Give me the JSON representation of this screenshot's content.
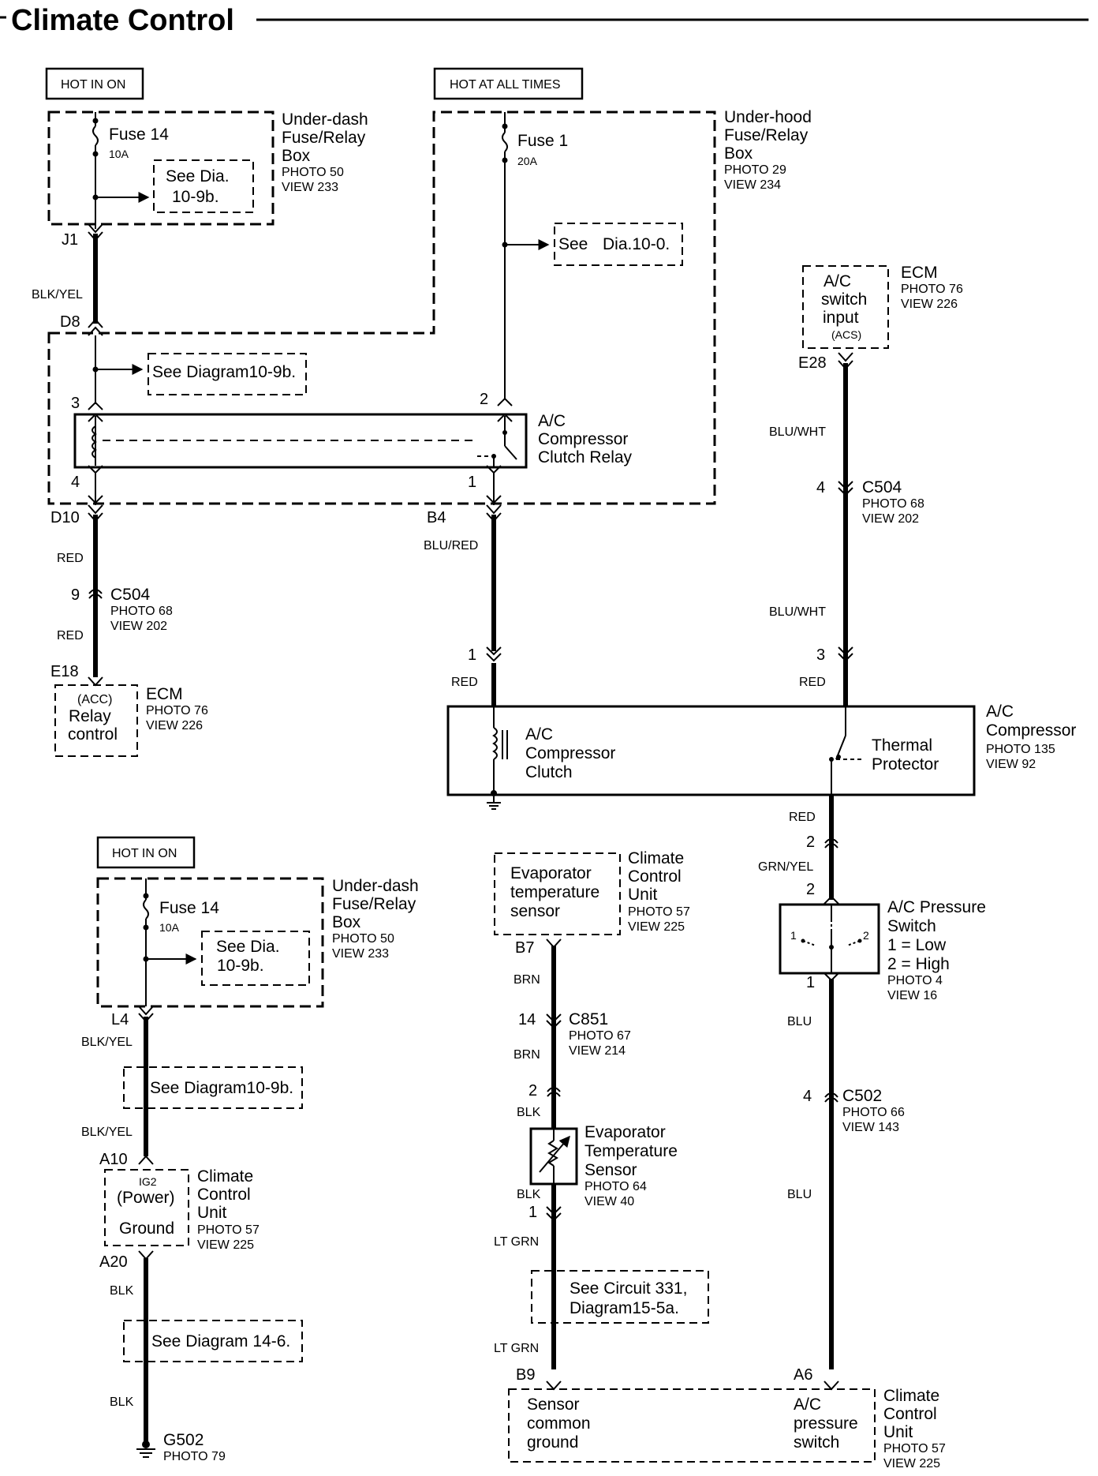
{
  "title": "Climate Control",
  "power": {
    "hot_in_on": "HOT IN ON",
    "hot_at_all_times": "HOT AT ALL TIMES"
  },
  "underdash_box": {
    "fuse": "Fuse 14",
    "amps": "10A",
    "see_dia_1": "See Dia.",
    "see_dia_2": "10-9b.",
    "name_1": "Under-dash",
    "name_2": "Fuse/Relay",
    "name_3": "Box",
    "photo": "PHOTO 50",
    "view": "VIEW 233",
    "j1": "J1",
    "d8": "D8",
    "d10": "D10",
    "see_diagram": "See Diagram10-9b."
  },
  "underhood_box": {
    "fuse": "Fuse 1",
    "amps": "20A",
    "see_dia_1": "See",
    "see_dia_2": "Dia.10-0.",
    "name_1": "Under-hood",
    "name_2": "Fuse/Relay",
    "name_3": "Box",
    "photo": "PHOTO 29",
    "view": "VIEW 234",
    "b4": "B4"
  },
  "relay": {
    "name_1": "A/C",
    "name_2": "Compressor",
    "name_3": "Clutch Relay",
    "pin3": "3",
    "pin4": "4",
    "pin2": "2",
    "pin1": "1"
  },
  "ecm_acs": {
    "line1": "A/C",
    "line2": "switch",
    "line3": "input",
    "line4": "(ACS)",
    "name": "ECM",
    "photo": "PHOTO 76",
    "view": "VIEW 226",
    "pin": "E28"
  },
  "wires": {
    "blk_yel": "BLK/YEL",
    "red": "RED",
    "blu_red": "BLU/RED",
    "blu_wht": "BLU/WHT",
    "grn_yel": "GRN/YEL",
    "blu": "BLU",
    "brn": "BRN",
    "blk": "BLK",
    "lt_grn": "LT GRN"
  },
  "c504": {
    "name": "C504",
    "photo": "PHOTO 68",
    "view": "VIEW 202",
    "pin9": "9",
    "pin4": "4",
    "pin3": "3"
  },
  "ecm_relay": {
    "pin": "E18",
    "line1": "(ACC)",
    "line2": "Relay",
    "line3": "control",
    "name": "ECM",
    "photo": "PHOTO 76",
    "view": "VIEW 226"
  },
  "compressor": {
    "pin1": "1",
    "clutch_1": "A/C",
    "clutch_2": "Compressor",
    "clutch_3": "Clutch",
    "thermal_1": "Thermal",
    "thermal_2": "Protector",
    "name_1": "A/C",
    "name_2": "Compressor",
    "photo": "PHOTO 135",
    "view": "VIEW 92"
  },
  "pressure_switch": {
    "pin2a": "2",
    "pin2b": "2",
    "pin1": "1",
    "name_1": "A/C Pressure",
    "name_2": "Switch",
    "low": "1 =  Low",
    "high": "2 =  High",
    "pos1": "1",
    "pos2": "2",
    "photo": "PHOTO 4",
    "view": "VIEW 16"
  },
  "c502": {
    "name": "C502",
    "photo": "PHOTO 66",
    "view": "VIEW 143",
    "pin4": "4"
  },
  "underdash_box_2": {
    "hot": "HOT IN ON",
    "fuse": "Fuse 14",
    "amps": "10A",
    "see_dia_1": "See Dia.",
    "see_dia_2": "10-9b.",
    "name_1": "Under-dash",
    "name_2": "Fuse/Relay",
    "name_3": "Box",
    "photo": "PHOTO 50",
    "view": "VIEW 233",
    "l4": "L4",
    "see_diagram": "See Diagram10-9b."
  },
  "ccu_power": {
    "a10": "A10",
    "ig2": "IG2",
    "power": "(Power)",
    "ground": "Ground",
    "a20": "A20",
    "name_1": "Climate",
    "name_2": "Control",
    "name_3": "Unit",
    "photo": "PHOTO 57",
    "view": "VIEW 225",
    "see_diagram": "See Diagram 14-6.",
    "g502": "G502",
    "g502_photo": "PHOTO 79"
  },
  "evap": {
    "ccu_1": "Evaporator",
    "ccu_2": "temperature",
    "ccu_3": "sensor",
    "name_1": "Climate",
    "name_2": "Control",
    "name_3": "Unit",
    "photo": "PHOTO 57",
    "view": "VIEW 225",
    "b7": "B7",
    "pin14": "14",
    "c851": "C851",
    "c851_photo": "PHOTO 67",
    "c851_view": "VIEW 214",
    "pin2": "2",
    "sensor_1": "Evaporator",
    "sensor_2": "Temperature",
    "sensor_3": "Sensor",
    "sensor_photo": "PHOTO 64",
    "sensor_view": "VIEW 40",
    "pin1": "1",
    "see_1": "See Circuit 331,",
    "see_2": "Diagram15-5a."
  },
  "ccu_bottom": {
    "b9": "B9",
    "a6": "A6",
    "left_1": "Sensor",
    "left_2": "common",
    "left_3": "ground",
    "right_1": "A/C",
    "right_2": "pressure",
    "right_3": "switch",
    "name_1": "Climate",
    "name_2": "Control",
    "name_3": "Unit",
    "photo": "PHOTO 57",
    "view": "VIEW 225"
  }
}
